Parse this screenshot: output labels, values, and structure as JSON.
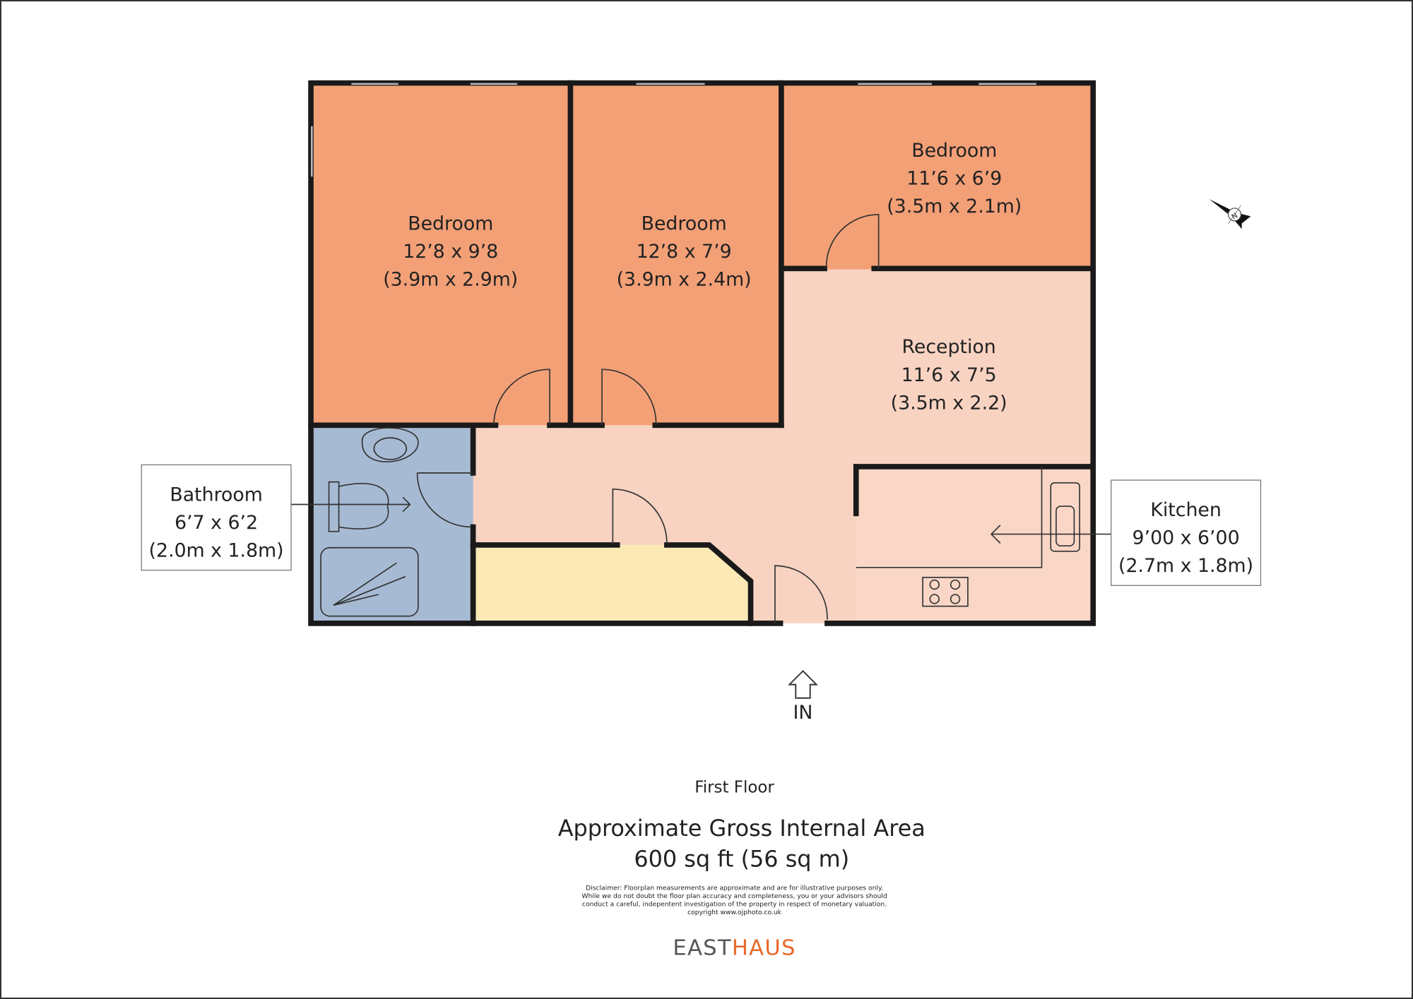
{
  "rooms": {
    "bedroom1": {
      "name": "Bedroom",
      "imperial": "12’8 x 9’8",
      "metric": "(3.9m x 2.9m)"
    },
    "bedroom2": {
      "name": "Bedroom",
      "imperial": "12’8 x 7’9",
      "metric": "(3.9m x 2.4m)"
    },
    "bedroom3": {
      "name": "Bedroom",
      "imperial": "11’6 x 6’9",
      "metric": "(3.5m x 2.1m)"
    },
    "reception": {
      "name": "Reception",
      "imperial": "11’6 x 7’5",
      "metric": "(3.5m x 2.2)"
    },
    "bathroom": {
      "name": "Bathroom",
      "imperial": "6’7 x 6’2",
      "metric": "(2.0m x 1.8m)"
    },
    "kitchen": {
      "name": "Kitchen",
      "imperial": "9’00 x 6’00",
      "metric": "(2.7m x 1.8m)"
    }
  },
  "entrance_label": "IN",
  "floor_label": "First Floor",
  "area": {
    "title": "Approximate Gross Internal Area",
    "value": "600 sq ft (56 sq m)"
  },
  "disclaimer": [
    "Disclaimer: Floorplan measurements are approximate and are for illustrative purposes only.",
    "While we do not doubt the floor plan accuracy and completeness, you or your advisors should",
    "conduct a careful, indepentent investigation of the property in respect of monetary valuation.",
    "copyright www.ojphoto.co.uk"
  ],
  "logo": {
    "part1": "EAST",
    "part2": "HAUS"
  },
  "compass_icon": "north-arrow",
  "colors": {
    "bedroom": "#f3a077",
    "reception": "#f8d3c2",
    "bathroom": "#a6bad3",
    "cupboard": "#fbeab6",
    "logo_grey": "#555555",
    "logo_orange": "#e8692a"
  }
}
